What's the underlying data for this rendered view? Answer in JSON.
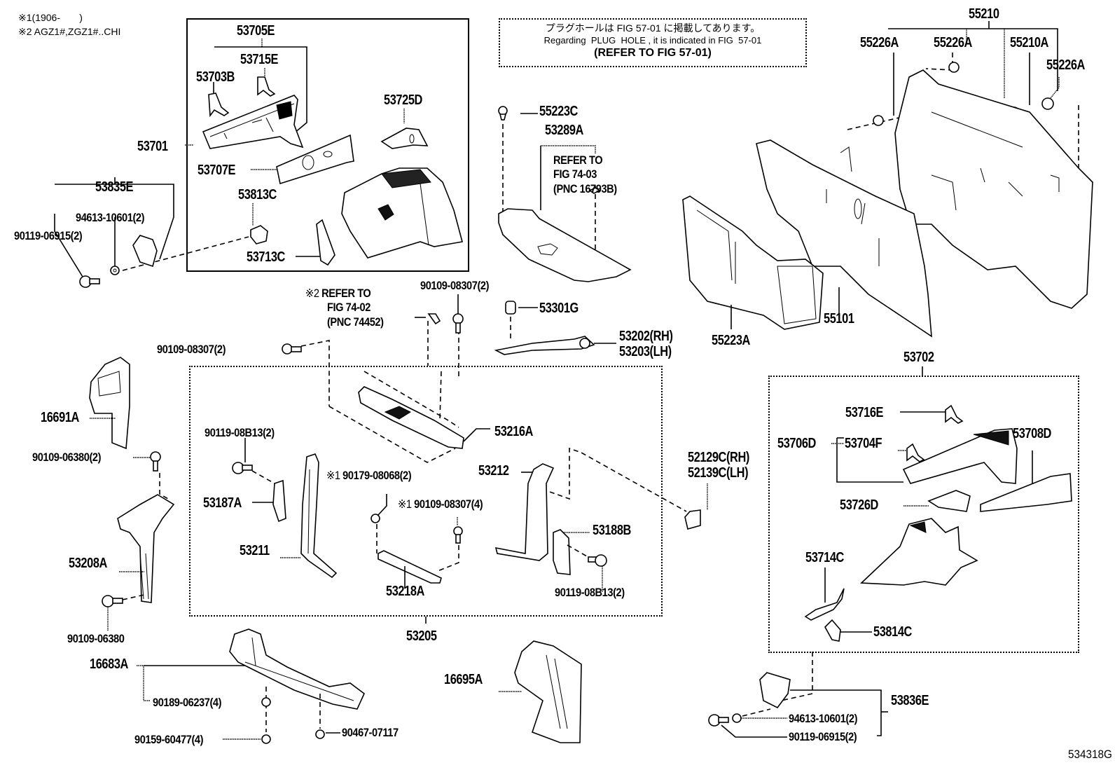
{
  "footnotes": [
    {
      "mark": "※1",
      "text": "(1906-       )"
    },
    {
      "mark": "※2",
      "text": "AGZ1#,ZGZ1#..CHI"
    }
  ],
  "plug_hole_note": {
    "japanese": "プラグホールは FIG 57-01 に掲載してあります。",
    "english": "Regarding  PLUG  HOLE , it is indicated in FIG  57-01",
    "reference": "(REFER TO FIG 57-01)"
  },
  "figure_id": "534318G",
  "groups": {
    "apron_lh_assy": {
      "label": "53701"
    },
    "apron_rh_assy": {
      "label": "53702"
    },
    "radiator_support": {
      "label": "53205"
    },
    "dash_panel": {
      "label": "55210"
    }
  },
  "callouts": [
    {
      "id": "53705E",
      "text": "53705E"
    },
    {
      "id": "53715E",
      "text": "53715E"
    },
    {
      "id": "53703B",
      "text": "53703B"
    },
    {
      "id": "53725D",
      "text": "53725D"
    },
    {
      "id": "53701",
      "text": "53701"
    },
    {
      "id": "53707E",
      "text": "53707E"
    },
    {
      "id": "53813C",
      "text": "53813C"
    },
    {
      "id": "53713C",
      "text": "53713C"
    },
    {
      "id": "53835E",
      "text": "53835E"
    },
    {
      "id": "94613-10601-a",
      "text": "94613-10601(2)"
    },
    {
      "id": "90119-06915-a",
      "text": "90119-06915(2)"
    },
    {
      "id": "55223C",
      "text": "55223C"
    },
    {
      "id": "53289A",
      "text": "53289A"
    },
    {
      "id": "53289A-ref",
      "lines": [
        "REFER TO",
        "FIG 74-03",
        "(PNC 16793B)"
      ]
    },
    {
      "id": "55210",
      "text": "55210"
    },
    {
      "id": "55226A-1",
      "text": "55226A"
    },
    {
      "id": "55226A-2",
      "text": "55226A"
    },
    {
      "id": "55210A",
      "text": "55210A"
    },
    {
      "id": "55226A-3",
      "text": "55226A"
    },
    {
      "id": "55101",
      "text": "55101"
    },
    {
      "id": "55223A",
      "text": "55223A"
    },
    {
      "id": "ref-74-02",
      "mark": "※2",
      "lines": [
        "REFER TO",
        "FIG 74-02",
        "(PNC 74452)"
      ]
    },
    {
      "id": "90109-08307-top",
      "text": "90109-08307(2)"
    },
    {
      "id": "53301G",
      "text": "53301G"
    },
    {
      "id": "53202",
      "text": "53202(RH)"
    },
    {
      "id": "53203",
      "text": "53203(LH)"
    },
    {
      "id": "90109-08307-left",
      "text": "90109-08307(2)"
    },
    {
      "id": "16691A",
      "text": "16691A"
    },
    {
      "id": "90109-06380-2",
      "text": "90109-06380(2)"
    },
    {
      "id": "53208A",
      "text": "53208A"
    },
    {
      "id": "90109-06380",
      "text": "90109-06380"
    },
    {
      "id": "90119-08B13-left",
      "text": "90119-08B13(2)"
    },
    {
      "id": "53187A",
      "text": "53187A"
    },
    {
      "id": "53211",
      "text": "53211"
    },
    {
      "id": "53216A",
      "text": "53216A"
    },
    {
      "id": "90179-08068",
      "mark": "※1",
      "text": "90179-08068(2)"
    },
    {
      "id": "90109-08307-4",
      "mark": "※1",
      "text": "90109-08307(4)"
    },
    {
      "id": "53218A",
      "text": "53218A"
    },
    {
      "id": "53212",
      "text": "53212"
    },
    {
      "id": "53188B",
      "text": "53188B"
    },
    {
      "id": "90119-08B13-right",
      "text": "90119-08B13(2)"
    },
    {
      "id": "52129C",
      "text": "52129C(RH)"
    },
    {
      "id": "52139C",
      "text": "52139C(LH)"
    },
    {
      "id": "16683A",
      "text": "16683A"
    },
    {
      "id": "90189-06237",
      "text": "90189-06237(4)"
    },
    {
      "id": "90159-60477",
      "text": "90159-60477(4)"
    },
    {
      "id": "90467-07117",
      "text": "90467-07117"
    },
    {
      "id": "16695A",
      "text": "16695A"
    },
    {
      "id": "53716E",
      "text": "53716E"
    },
    {
      "id": "53706D",
      "text": "53706D"
    },
    {
      "id": "53704F",
      "text": "53704F"
    },
    {
      "id": "53708D",
      "text": "53708D"
    },
    {
      "id": "53726D",
      "text": "53726D"
    },
    {
      "id": "53714C",
      "text": "53714C"
    },
    {
      "id": "53814C",
      "text": "53814C"
    },
    {
      "id": "53836E",
      "text": "53836E"
    },
    {
      "id": "94613-10601-b",
      "text": "94613-10601(2)"
    },
    {
      "id": "90119-06915-b",
      "text": "90119-06915(2)"
    }
  ]
}
